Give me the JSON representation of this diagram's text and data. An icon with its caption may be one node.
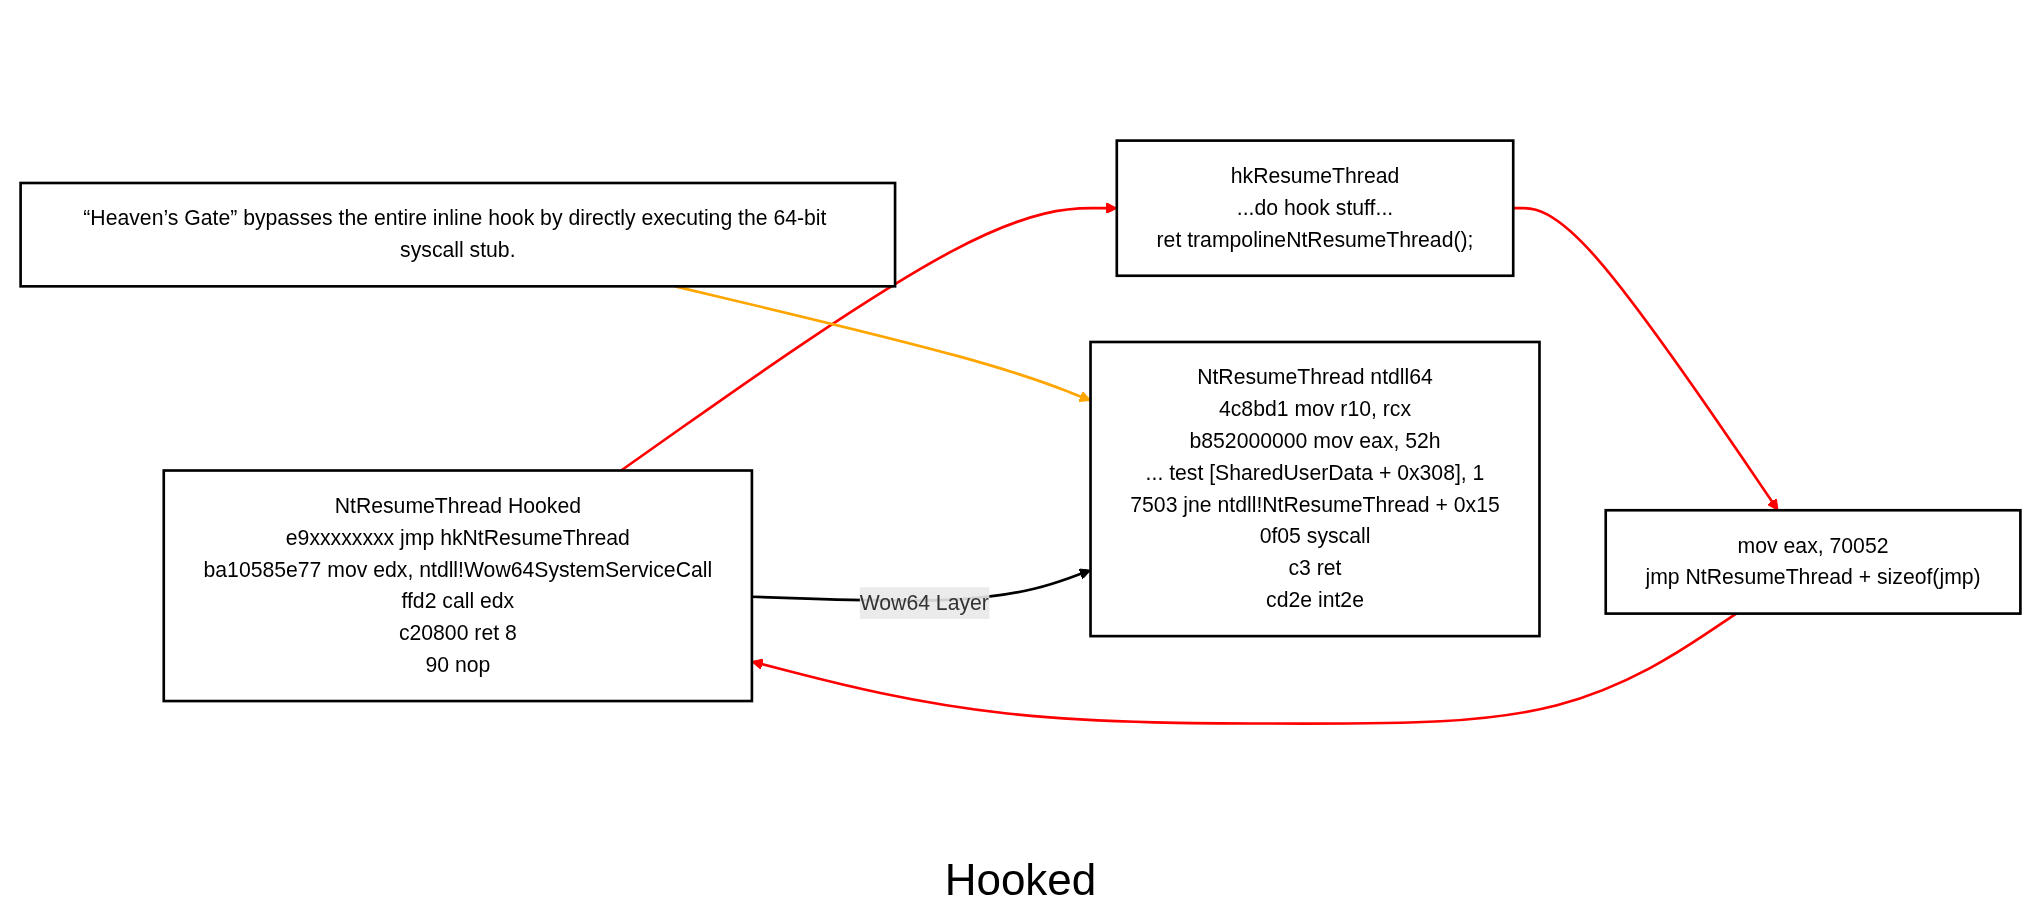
{
  "diagram": {
    "nodes": [
      {
        "text": [
          "NtResumeThread Hooked",
          "e9xxxxxxxx jmp hkNtResumeThread",
          "ba10585e77 mov edx, ntdll!Wow64SystemServiceCall",
          "ffd2 call edx",
          "c20800 ret 8",
          "90 nop"
        ]
      },
      {
        "text": [
          "hkResumeThread",
          "...do hook stuff...",
          "ret trampolineNtResumeThread();"
        ]
      },
      {
        "text": [
          "mov eax, 70052",
          "jmp NtResumeThread + sizeof(jmp)"
        ]
      },
      {
        "text": [
          "“Heaven’s Gate” bypasses the entire inline hook by directly executing the 64-bit syscall stub."
        ]
      },
      {
        "text": [
          "NtResumeThread ntdll64",
          "4c8bd1 mov r10, rcx",
          "b852000000 mov eax, 52h",
          "... test [SharedUserData + 0x308], 1",
          "7503 jne ntdll!NtResumeThread + 0x15",
          "0f05 syscall",
          "c3 ret",
          "cd2e int2e"
        ]
      }
    ],
    "edges": [
      {
        "from": 0,
        "to": 1,
        "arrow": "to",
        "color": "#ff0000"
      },
      {
        "from": 1,
        "to": 2,
        "arrow": "to",
        "color": "#ff0000"
      },
      {
        "from": 2,
        "to": 0,
        "arrow": "to",
        "color": "#ff0000"
      },
      {
        "from": 3,
        "to": 4,
        "arrow": "to",
        "color": "#ffa500"
      },
      {
        "from": 0,
        "to": 4,
        "label": "Wow64 Layer",
        "arrow": "to",
        "color": "#000000"
      }
    ],
    "labels": [
      "Hooked"
    ]
  }
}
